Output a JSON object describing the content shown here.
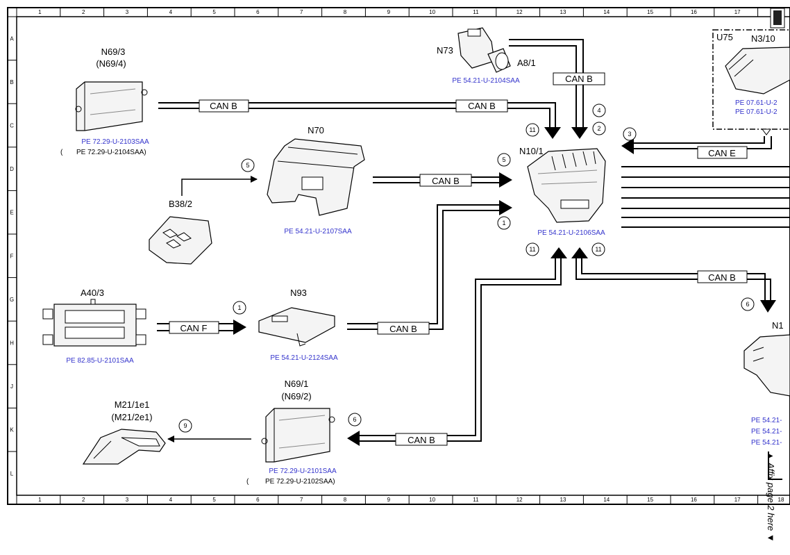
{
  "grid": {
    "columns": [
      "1",
      "2",
      "3",
      "4",
      "5",
      "6",
      "7",
      "8",
      "9",
      "10",
      "11",
      "12",
      "13",
      "14",
      "15",
      "16",
      "17",
      "18"
    ],
    "rows": [
      "A",
      "B",
      "C",
      "D",
      "E",
      "F",
      "G",
      "H",
      "J",
      "K",
      "L"
    ]
  },
  "components": {
    "n69_3": {
      "label": "N69/3",
      "alt": "(N69/4)",
      "ref": "PE 72.29-U-2103SAA",
      "ref_alt": "PE 72.29-U-2104SAA)",
      "ref_paren": "("
    },
    "n73": {
      "label": "N73",
      "sub": "A8/1",
      "ref": "PE 54.21-U-2104SAA"
    },
    "n70": {
      "label": "N70",
      "ref": "PE 54.21-U-2107SAA"
    },
    "b38_2": {
      "label": "B38/2"
    },
    "n10_1": {
      "label": "N10/1",
      "ref": "PE 54.21-U-2106SAA"
    },
    "u75": {
      "label": "U75",
      "sub": "N3/10",
      "ref1": "PE 07.61-U-2",
      "ref2": "PE 07.61-U-2"
    },
    "a40_3": {
      "label": "A40/3",
      "ref": "PE 82.85-U-2101SAA"
    },
    "n93": {
      "label": "N93",
      "ref": "PE 54.21-U-2124SAA"
    },
    "n69_1": {
      "label": "N69/1",
      "alt": "(N69/2)",
      "ref": "PE 72.29-U-2101SAA",
      "ref_alt": "PE 72.29-U-2102SAA)",
      "ref_paren": "("
    },
    "m21": {
      "label": "M21/1e1",
      "alt": "(M21/2e1)"
    },
    "n1x": {
      "label": "N1",
      "ref1": "PE 54.21-",
      "ref2": "PE 54.21-",
      "ref3": "PE 54.21-"
    }
  },
  "buses": {
    "can_b": "CAN B",
    "can_e": "CAN E",
    "can_f": "CAN F"
  },
  "callouts": {
    "c1a": "1",
    "c1b": "1",
    "c2": "2",
    "c3": "3",
    "c4": "4",
    "c5a": "5",
    "c5b": "5",
    "c6a": "6",
    "c6b": "6",
    "c9": "9",
    "c11a": "11",
    "c11b": "11",
    "c11c": "11"
  },
  "side_note": "▲ Affix page 2 here ▼"
}
